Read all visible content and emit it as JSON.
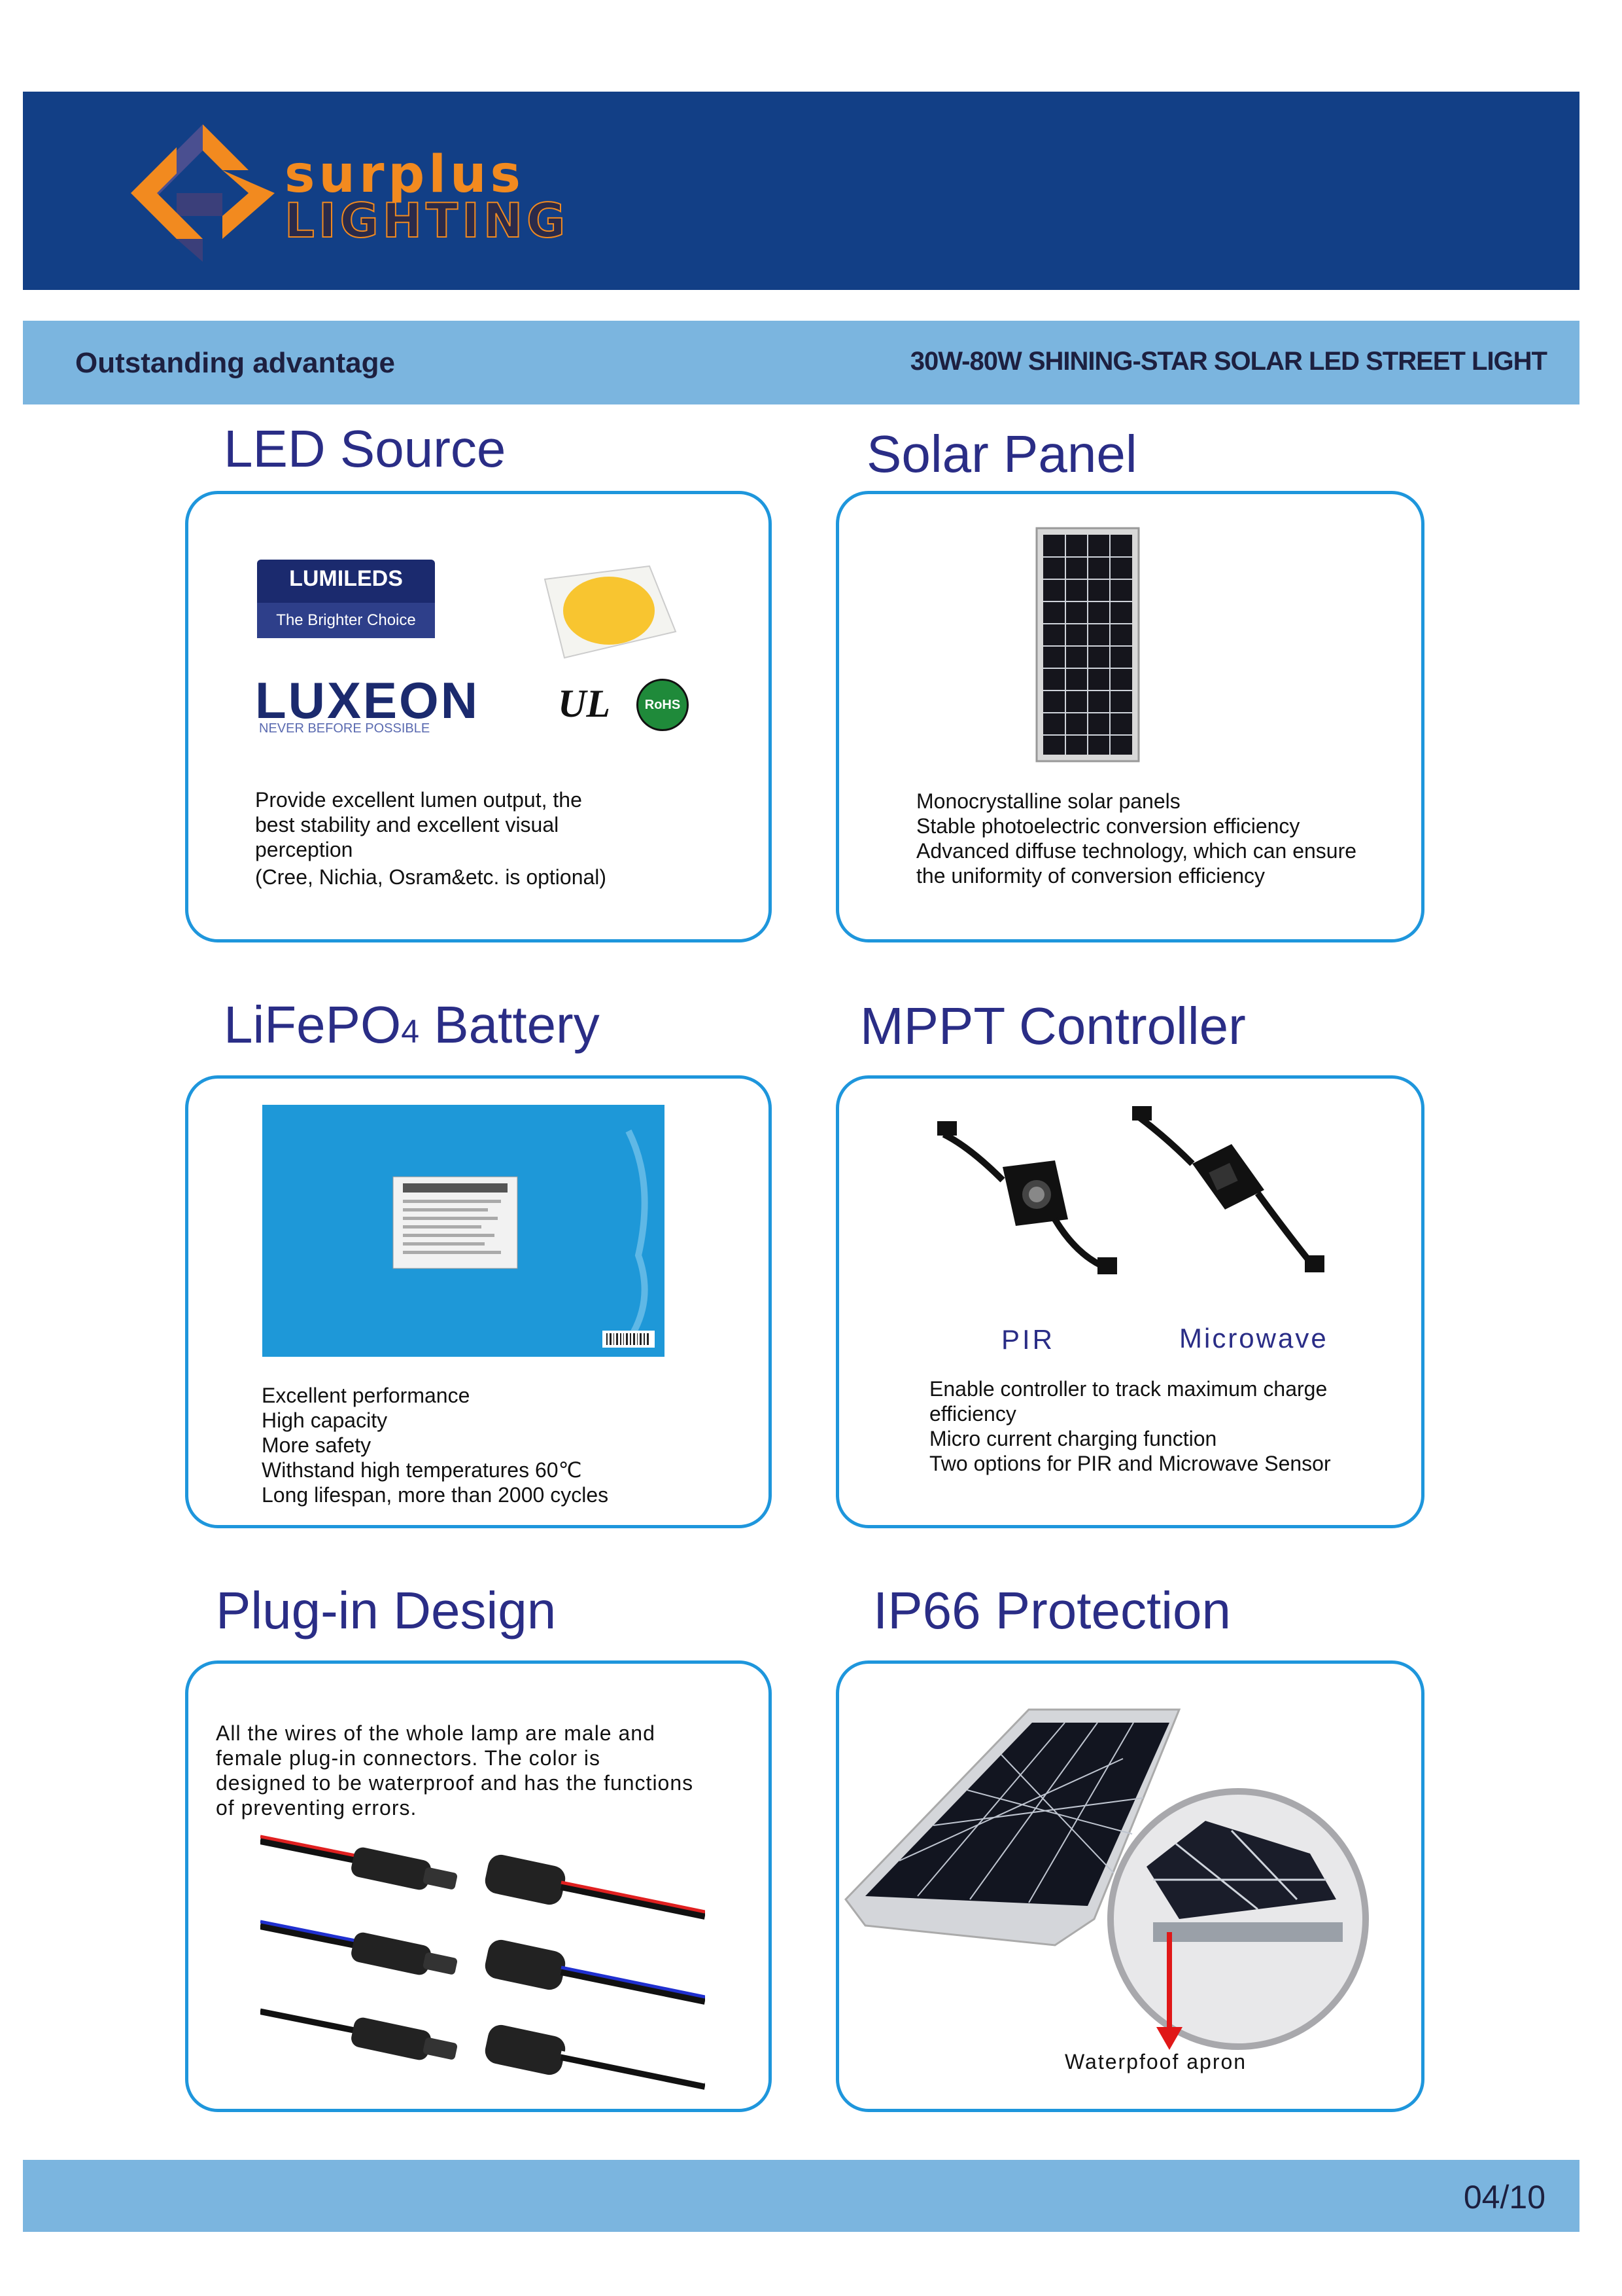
{
  "header": {
    "logo_line1": "surplus",
    "logo_line2": "LIGHTING"
  },
  "subheader": {
    "left": "Outstanding advantage",
    "right": "30W-80W SHINING-STAR SOLAR LED STREET LIGHT"
  },
  "sections": {
    "led": {
      "title": "LED Source",
      "brand1_name": "LUMILEDS",
      "brand1_tagline": "The Brighter Choice",
      "brand2_name": "LUXEON",
      "brand2_tagline": "NEVER BEFORE POSSIBLE",
      "rohs": "RoHS",
      "lines": [
        "Provide excellent lumen output, the",
        "best stability and excellent visual",
        "perception",
        "(Cree, Nichia, Osram&etc. is optional)"
      ]
    },
    "solar": {
      "title": "Solar Panel",
      "lines": [
        "Monocrystalline solar panels",
        "Stable photoelectric conversion efficiency",
        "Advanced diffuse technology, which can ensure",
        "the uniformity of conversion efficiency"
      ]
    },
    "battery": {
      "title_main": "LiFePO",
      "title_sub": "4",
      "title_rest": " Battery",
      "lines": [
        "Excellent performance",
        "High capacity",
        "More safety",
        "Withstand high temperatures 60℃",
        "Long lifespan, more than 2000 cycles"
      ]
    },
    "mppt": {
      "title": "MPPT Controller",
      "label_pir": "PIR",
      "label_microwave": "Microwave",
      "lines": [
        "Enable controller to track maximum charge",
        "efficiency",
        "Micro current charging function",
        "Two options for PIR and Microwave Sensor"
      ]
    },
    "plugin": {
      "title": "Plug-in Design",
      "lines": [
        "All the wires of the whole lamp are male and",
        "female plug-in connectors. The color is",
        "designed to be waterproof and has the functions",
        "of preventing errors."
      ]
    },
    "ip66": {
      "title": "IP66 Protection",
      "caption": "Waterpfoof apron"
    }
  },
  "footer": {
    "page": "04/10"
  },
  "colors": {
    "header": "#123f86",
    "band": "#7bb5df",
    "card_border": "#1e96dc",
    "title": "#2a2d86",
    "logo_orange": "#f28a1f"
  }
}
